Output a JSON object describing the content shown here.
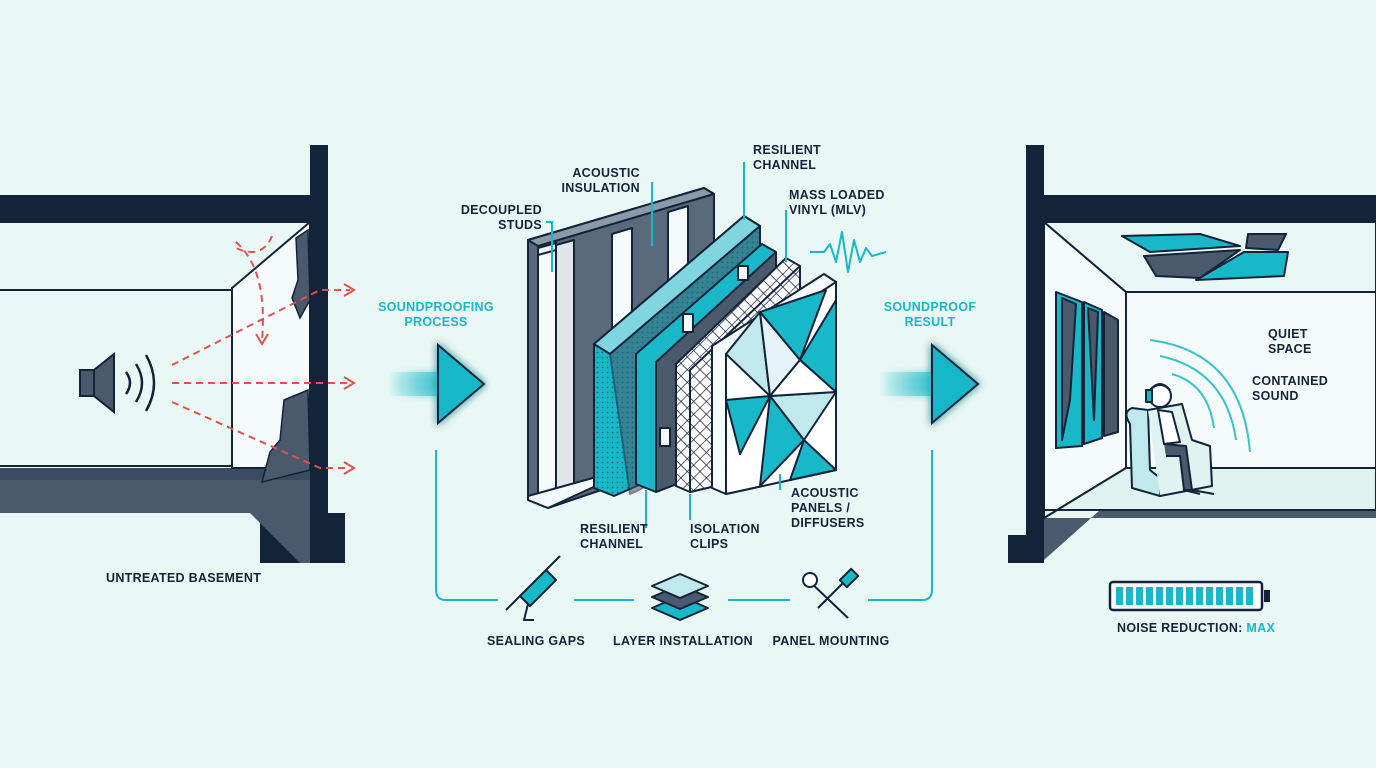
{
  "left": {
    "title": "UNTREATED BASEMENT"
  },
  "process_arrow": {
    "label": "SOUNDPROOFING\nPROCESS"
  },
  "result_arrow": {
    "label": "SOUNDPROOF\nRESULT"
  },
  "layers": {
    "decoupled_studs": "DECOUPLED\nSTUDS",
    "acoustic_insulation": "ACOUSTIC\nINSULATION",
    "resilient_channel_top": "RESILIENT\nCHANNEL",
    "mass_loaded_vinyl": "MASS LOADED\nVINYL (MLV)",
    "resilient_channel_bottom": "RESILIENT\nCHANNEL",
    "isolation_clips": "ISOLATION\nCLIPS",
    "acoustic_panels": "ACOUSTIC\nPANELS /\nDIFFUSERS"
  },
  "steps": [
    {
      "label": "SEALING GAPS",
      "icon": "caulk-gun-icon"
    },
    {
      "label": "LAYER INSTALLATION",
      "icon": "layers-stack-icon"
    },
    {
      "label": "PANEL MOUNTING",
      "icon": "wrench-screwdriver-icon"
    }
  ],
  "right": {
    "quiet_space": "QUIET\nSPACE",
    "contained_sound": "CONTAINED\nSOUND",
    "meter_label": "NOISE REDUCTION: ",
    "meter_value": "MAX",
    "meter_level": 1.0
  },
  "colors": {
    "background": "#eaf8f5",
    "navy": "#13233a",
    "slate": "#4a5a6c",
    "teal": "#19b8c8",
    "red_dashed": "#e0534d"
  }
}
